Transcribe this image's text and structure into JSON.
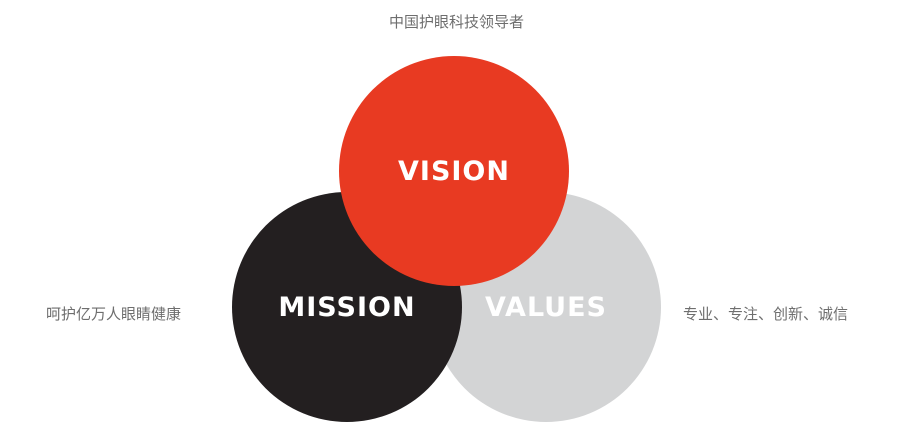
{
  "vision": {
    "label": "VISION",
    "caption": "中国护眼科技领导者",
    "color": "#e83a22"
  },
  "mission": {
    "label": "MISSION",
    "caption": "呵护亿万人眼睛健康",
    "color": "#231f20"
  },
  "values": {
    "label": "VALUES",
    "caption": "专业、专注、创新、诚信",
    "color": "#d3d4d5"
  }
}
